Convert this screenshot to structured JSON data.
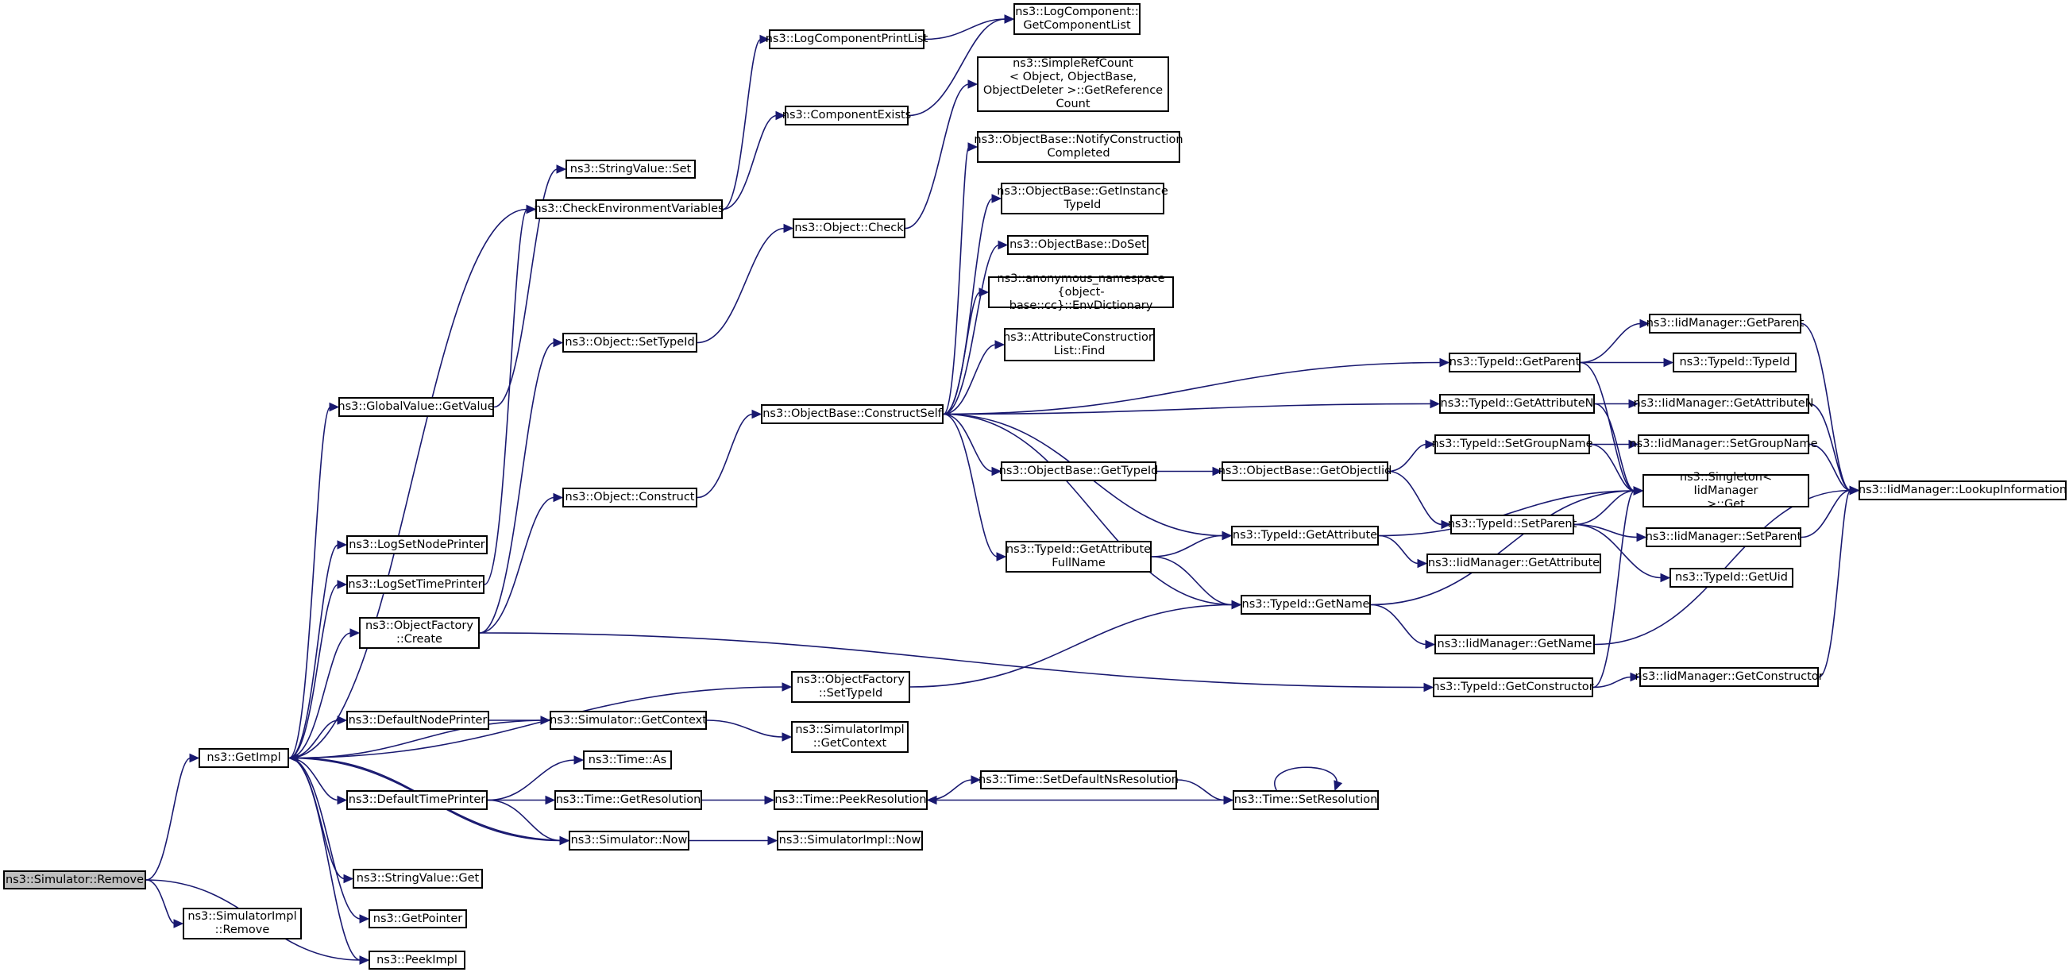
{
  "graph": {
    "nodes": [
      {
        "id": "remove",
        "label": "ns3::Simulator::Remove",
        "root": true
      },
      {
        "id": "simimpl_remove",
        "label": "ns3::SimulatorImpl\n::Remove"
      },
      {
        "id": "getimpl",
        "label": "ns3::GetImpl"
      },
      {
        "id": "peekimpl",
        "label": "ns3::PeekImpl"
      },
      {
        "id": "getpointer",
        "label": "ns3::GetPointer"
      },
      {
        "id": "stringvalue_get",
        "label": "ns3::StringValue::Get"
      },
      {
        "id": "defaulttimeprinter",
        "label": "ns3::DefaultTimePrinter"
      },
      {
        "id": "defaultnodeprinter",
        "label": "ns3::DefaultNodePrinter"
      },
      {
        "id": "objectfactory_create",
        "label": "ns3::ObjectFactory\n::Create"
      },
      {
        "id": "logsettimeprinter",
        "label": "ns3::LogSetTimePrinter"
      },
      {
        "id": "logsetnodeprinter",
        "label": "ns3::LogSetNodePrinter"
      },
      {
        "id": "globalvalue_getvalue",
        "label": "ns3::GlobalValue::GetValue"
      },
      {
        "id": "stringvalue_set",
        "label": "ns3::StringValue::Set"
      },
      {
        "id": "checkenv",
        "label": "ns3::CheckEnvironmentVariables"
      },
      {
        "id": "logcomponentprintlist",
        "label": "ns3::LogComponentPrintList"
      },
      {
        "id": "componentexists",
        "label": "ns3::ComponentExists"
      },
      {
        "id": "getcomponentlist",
        "label": "ns3::LogComponent::\nGetComponentList"
      },
      {
        "id": "object_check",
        "label": "ns3::Object::Check"
      },
      {
        "id": "object_settypeid",
        "label": "ns3::Object::SetTypeId"
      },
      {
        "id": "object_construct",
        "label": "ns3::Object::Construct"
      },
      {
        "id": "constructself",
        "label": "ns3::ObjectBase::ConstructSelf"
      },
      {
        "id": "getreferencecount",
        "label": "ns3::SimpleRefCount\n< Object, ObjectBase,\n ObjectDeleter >::GetReference\nCount"
      },
      {
        "id": "notifyconstruction",
        "label": "ns3::ObjectBase::NotifyConstruction\nCompleted"
      },
      {
        "id": "getinstancetypeid",
        "label": "ns3::ObjectBase::GetInstance\nTypeId"
      },
      {
        "id": "doset",
        "label": "ns3::ObjectBase::DoSet"
      },
      {
        "id": "envdictionary",
        "label": "ns3::anonymous_namespace\n{object-base::cc}::EnvDictionary"
      },
      {
        "id": "attrconstructionfind",
        "label": "ns3::AttributeConstruction\nList::Find"
      },
      {
        "id": "objectbase_gettypeid",
        "label": "ns3::ObjectBase::GetTypeId"
      },
      {
        "id": "getattributefullname",
        "label": "ns3::TypeId::GetAttribute\nFullName"
      },
      {
        "id": "objectfactory_settypeid",
        "label": "ns3::ObjectFactory\n::SetTypeId"
      },
      {
        "id": "simulator_getcontext",
        "label": "ns3::Simulator::GetContext"
      },
      {
        "id": "simimpl_getcontext",
        "label": "ns3::SimulatorImpl\n::GetContext"
      },
      {
        "id": "time_as",
        "label": "ns3::Time::As"
      },
      {
        "id": "time_getresolution",
        "label": "ns3::Time::GetResolution"
      },
      {
        "id": "simulator_now",
        "label": "ns3::Simulator::Now"
      },
      {
        "id": "simimpl_now",
        "label": "ns3::SimulatorImpl::Now"
      },
      {
        "id": "peekresolution",
        "label": "ns3::Time::PeekResolution"
      },
      {
        "id": "setdefaultnsresolution",
        "label": "ns3::Time::SetDefaultNsResolution"
      },
      {
        "id": "setresolution",
        "label": "ns3::Time::SetResolution"
      },
      {
        "id": "getobjectiid",
        "label": "ns3::ObjectBase::GetObjectIid"
      },
      {
        "id": "typeid_getattribute",
        "label": "ns3::TypeId::GetAttribute"
      },
      {
        "id": "typeid_getname",
        "label": "ns3::TypeId::GetName"
      },
      {
        "id": "typeid_getparent",
        "label": "ns3::TypeId::GetParent"
      },
      {
        "id": "typeid_getattributen",
        "label": "ns3::TypeId::GetAttributeN"
      },
      {
        "id": "typeid_setgroupname",
        "label": "ns3::TypeId::SetGroupName"
      },
      {
        "id": "typeid_setparent",
        "label": "ns3::TypeId::SetParent"
      },
      {
        "id": "typeid_getconstructor",
        "label": "ns3::TypeId::GetConstructor"
      },
      {
        "id": "iid_getattribute",
        "label": "ns3::IidManager::GetAttribute"
      },
      {
        "id": "iid_getname",
        "label": "ns3::IidManager::GetName"
      },
      {
        "id": "singleton_get",
        "label": "ns3::Singleton< IidManager\n >::Get"
      },
      {
        "id": "iid_getparent",
        "label": "ns3::IidManager::GetParent"
      },
      {
        "id": "typeid_typeid",
        "label": "ns3::TypeId::TypeId"
      },
      {
        "id": "iid_getattributen",
        "label": "ns3::IidManager::GetAttributeN"
      },
      {
        "id": "iid_setgroupname",
        "label": "ns3::IidManager::SetGroupName"
      },
      {
        "id": "iid_setparent",
        "label": "ns3::IidManager::SetParent"
      },
      {
        "id": "typeid_getuid",
        "label": "ns3::TypeId::GetUid"
      },
      {
        "id": "iid_getconstructor",
        "label": "ns3::IidManager::GetConstructor"
      },
      {
        "id": "iid_lookupinformation",
        "label": "ns3::IidManager::LookupInformation"
      }
    ],
    "edges": [
      [
        "remove",
        "getimpl"
      ],
      [
        "remove",
        "simimpl_remove"
      ],
      [
        "remove",
        "peekimpl"
      ],
      [
        "getimpl",
        "globalvalue_getvalue"
      ],
      [
        "getimpl",
        "logsetnodeprinter"
      ],
      [
        "getimpl",
        "logsettimeprinter"
      ],
      [
        "getimpl",
        "objectfactory_create"
      ],
      [
        "getimpl",
        "objectfactory_settypeid"
      ],
      [
        "getimpl",
        "defaultnodeprinter"
      ],
      [
        "getimpl",
        "defaulttimeprinter"
      ],
      [
        "getimpl",
        "stringvalue_get"
      ],
      [
        "getimpl",
        "getpointer"
      ],
      [
        "getimpl",
        "peekimpl"
      ],
      [
        "getimpl",
        "checkenv"
      ],
      [
        "getimpl",
        "simulator_now"
      ],
      [
        "globalvalue_getvalue",
        "stringvalue_set"
      ],
      [
        "logsettimeprinter",
        "checkenv"
      ],
      [
        "checkenv",
        "logcomponentprintlist"
      ],
      [
        "checkenv",
        "componentexists"
      ],
      [
        "logcomponentprintlist",
        "getcomponentlist"
      ],
      [
        "componentexists",
        "getcomponentlist"
      ],
      [
        "objectfactory_create",
        "object_settypeid"
      ],
      [
        "objectfactory_create",
        "object_construct"
      ],
      [
        "objectfactory_create",
        "typeid_getconstructor"
      ],
      [
        "object_settypeid",
        "object_check"
      ],
      [
        "object_check",
        "getreferencecount"
      ],
      [
        "object_construct",
        "constructself"
      ],
      [
        "constructself",
        "notifyconstruction"
      ],
      [
        "constructself",
        "getinstancetypeid"
      ],
      [
        "constructself",
        "doset"
      ],
      [
        "constructself",
        "envdictionary"
      ],
      [
        "constructself",
        "attrconstructionfind"
      ],
      [
        "constructself",
        "typeid_getparent"
      ],
      [
        "constructself",
        "typeid_getattributen"
      ],
      [
        "constructself",
        "objectbase_gettypeid"
      ],
      [
        "constructself",
        "getattributefullname"
      ],
      [
        "constructself",
        "typeid_getattribute"
      ],
      [
        "constructself",
        "typeid_getname"
      ],
      [
        "objectbase_gettypeid",
        "getobjectiid"
      ],
      [
        "getobjectiid",
        "typeid_setgroupname"
      ],
      [
        "getobjectiid",
        "typeid_setparent"
      ],
      [
        "getattributefullname",
        "typeid_getattribute"
      ],
      [
        "getattributefullname",
        "typeid_getname"
      ],
      [
        "typeid_getattribute",
        "iid_getattribute"
      ],
      [
        "typeid_getattribute",
        "singleton_get"
      ],
      [
        "typeid_getname",
        "iid_getname"
      ],
      [
        "typeid_getname",
        "singleton_get"
      ],
      [
        "objectfactory_settypeid",
        "typeid_getname"
      ],
      [
        "typeid_getparent",
        "iid_getparent"
      ],
      [
        "typeid_getparent",
        "typeid_typeid"
      ],
      [
        "typeid_getparent",
        "singleton_get"
      ],
      [
        "typeid_getattributen",
        "iid_getattributen"
      ],
      [
        "typeid_getattributen",
        "singleton_get"
      ],
      [
        "typeid_setgroupname",
        "iid_setgroupname"
      ],
      [
        "typeid_setgroupname",
        "singleton_get"
      ],
      [
        "typeid_setparent",
        "iid_setparent"
      ],
      [
        "typeid_setparent",
        "typeid_getuid"
      ],
      [
        "typeid_setparent",
        "singleton_get"
      ],
      [
        "typeid_getconstructor",
        "iid_getconstructor"
      ],
      [
        "typeid_getconstructor",
        "singleton_get"
      ],
      [
        "iid_getparent",
        "iid_lookupinformation"
      ],
      [
        "iid_getattributen",
        "iid_lookupinformation"
      ],
      [
        "iid_setgroupname",
        "iid_lookupinformation"
      ],
      [
        "iid_setparent",
        "iid_lookupinformation"
      ],
      [
        "iid_getname",
        "iid_lookupinformation"
      ],
      [
        "iid_getconstructor",
        "iid_lookupinformation"
      ],
      [
        "defaultnodeprinter",
        "simulator_getcontext"
      ],
      [
        "simulator_getcontext",
        "simimpl_getcontext"
      ],
      [
        "simulator_getcontext",
        "getimpl"
      ],
      [
        "defaulttimeprinter",
        "time_as"
      ],
      [
        "defaulttimeprinter",
        "time_getresolution"
      ],
      [
        "defaulttimeprinter",
        "simulator_now"
      ],
      [
        "time_getresolution",
        "peekresolution"
      ],
      [
        "simulator_now",
        "simimpl_now"
      ],
      [
        "simulator_now",
        "getimpl"
      ],
      [
        "peekresolution",
        "setdefaultnsresolution"
      ],
      [
        "setdefaultnsresolution",
        "setresolution"
      ],
      [
        "setresolution",
        "peekresolution"
      ],
      [
        "setresolution",
        "setresolution"
      ]
    ]
  }
}
